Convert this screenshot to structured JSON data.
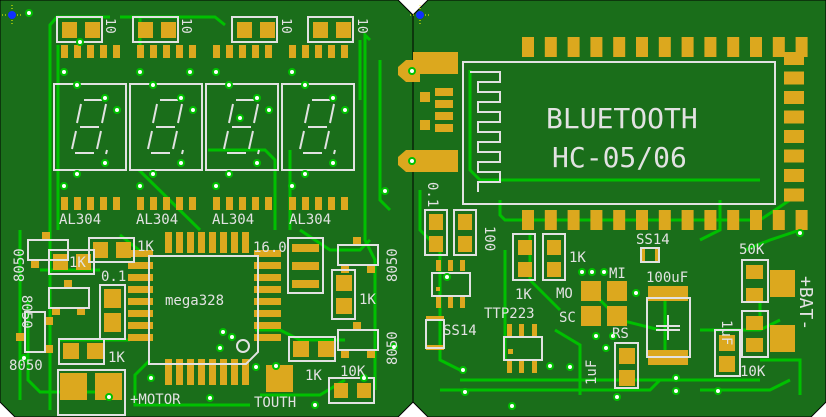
{
  "colors": {
    "board": "#1a6e1a",
    "trace": "#00c000",
    "pad": "#dca81e",
    "silkscreen": "#e2e2e2"
  },
  "left_board": {
    "resistors_top": [
      "10",
      "10",
      "10",
      "10"
    ],
    "displays": [
      "AL304",
      "AL304",
      "AL304",
      "AL304"
    ],
    "labels": {
      "q1": "8050",
      "q2": "8050",
      "q3": "8050",
      "q4": "8050",
      "q5": "8050",
      "r1": "1K",
      "r2": "1K",
      "r3": "1K",
      "r4": "1K",
      "r5": "1K",
      "r6": "10K",
      "cap": "0.1",
      "crystal": "16.0",
      "mcu": "mega328",
      "motor": "+MOTOR",
      "touch": "TOUTH"
    }
  },
  "right_board": {
    "module_line1": "BLUETOOTH",
    "module_line2": "HC-05/06",
    "labels": {
      "cap01": "0.1",
      "r100": "100",
      "diode1": "SS14",
      "diode2": "SS14",
      "r1k_a": "1K",
      "r1k_b": "1K",
      "ic": "TTP223",
      "mi": "MI",
      "mo": "MO",
      "sc": "SC",
      "rs": "RS",
      "cap1": "100uF",
      "cap2": "1uF",
      "cap3": "1uF",
      "r50k": "50K",
      "r10k": "10K",
      "bat": "+BAT-"
    }
  }
}
